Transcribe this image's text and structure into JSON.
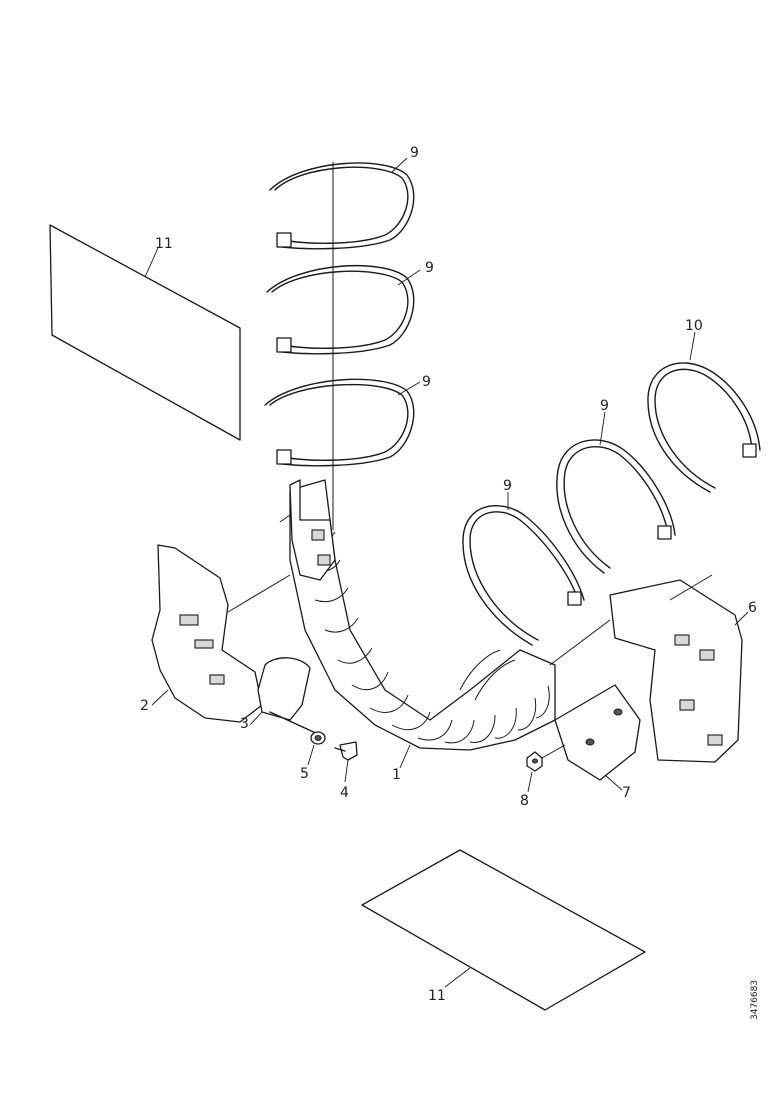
{
  "diagram": {
    "drawing_number": "3476683",
    "callouts": [
      {
        "id": "c1",
        "label": "1"
      },
      {
        "id": "c2",
        "label": "2"
      },
      {
        "id": "c3",
        "label": "3"
      },
      {
        "id": "c4",
        "label": "4"
      },
      {
        "id": "c5",
        "label": "5"
      },
      {
        "id": "c6",
        "label": "6"
      },
      {
        "id": "c7",
        "label": "7"
      },
      {
        "id": "c8",
        "label": "8"
      },
      {
        "id": "c9a",
        "label": "9"
      },
      {
        "id": "c9b",
        "label": "9"
      },
      {
        "id": "c9c",
        "label": "9"
      },
      {
        "id": "c9d",
        "label": "9"
      },
      {
        "id": "c9e",
        "label": "9"
      },
      {
        "id": "c10",
        "label": "10"
      },
      {
        "id": "c11a",
        "label": "11"
      },
      {
        "id": "c11b",
        "label": "11"
      }
    ]
  }
}
